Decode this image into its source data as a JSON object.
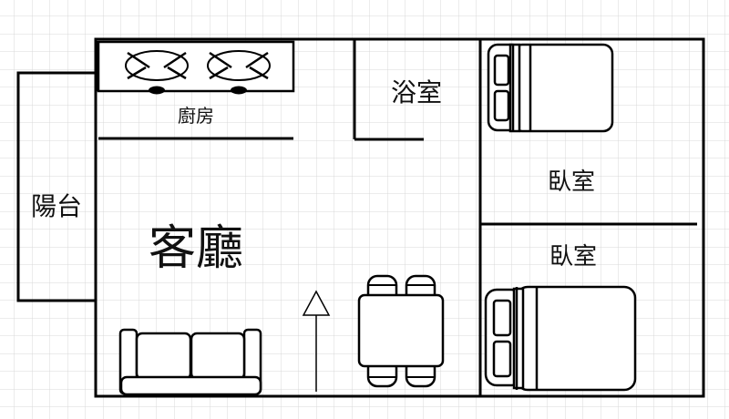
{
  "rooms": {
    "living_room": "客廳",
    "kitchen": "廚房",
    "bathroom": "浴室",
    "bedroom_1": "臥室",
    "bedroom_2": "臥室",
    "balcony": "陽台"
  },
  "colors": {
    "grid": "#d9d9d9",
    "wall": "#000000",
    "background": "#ffffff"
  }
}
